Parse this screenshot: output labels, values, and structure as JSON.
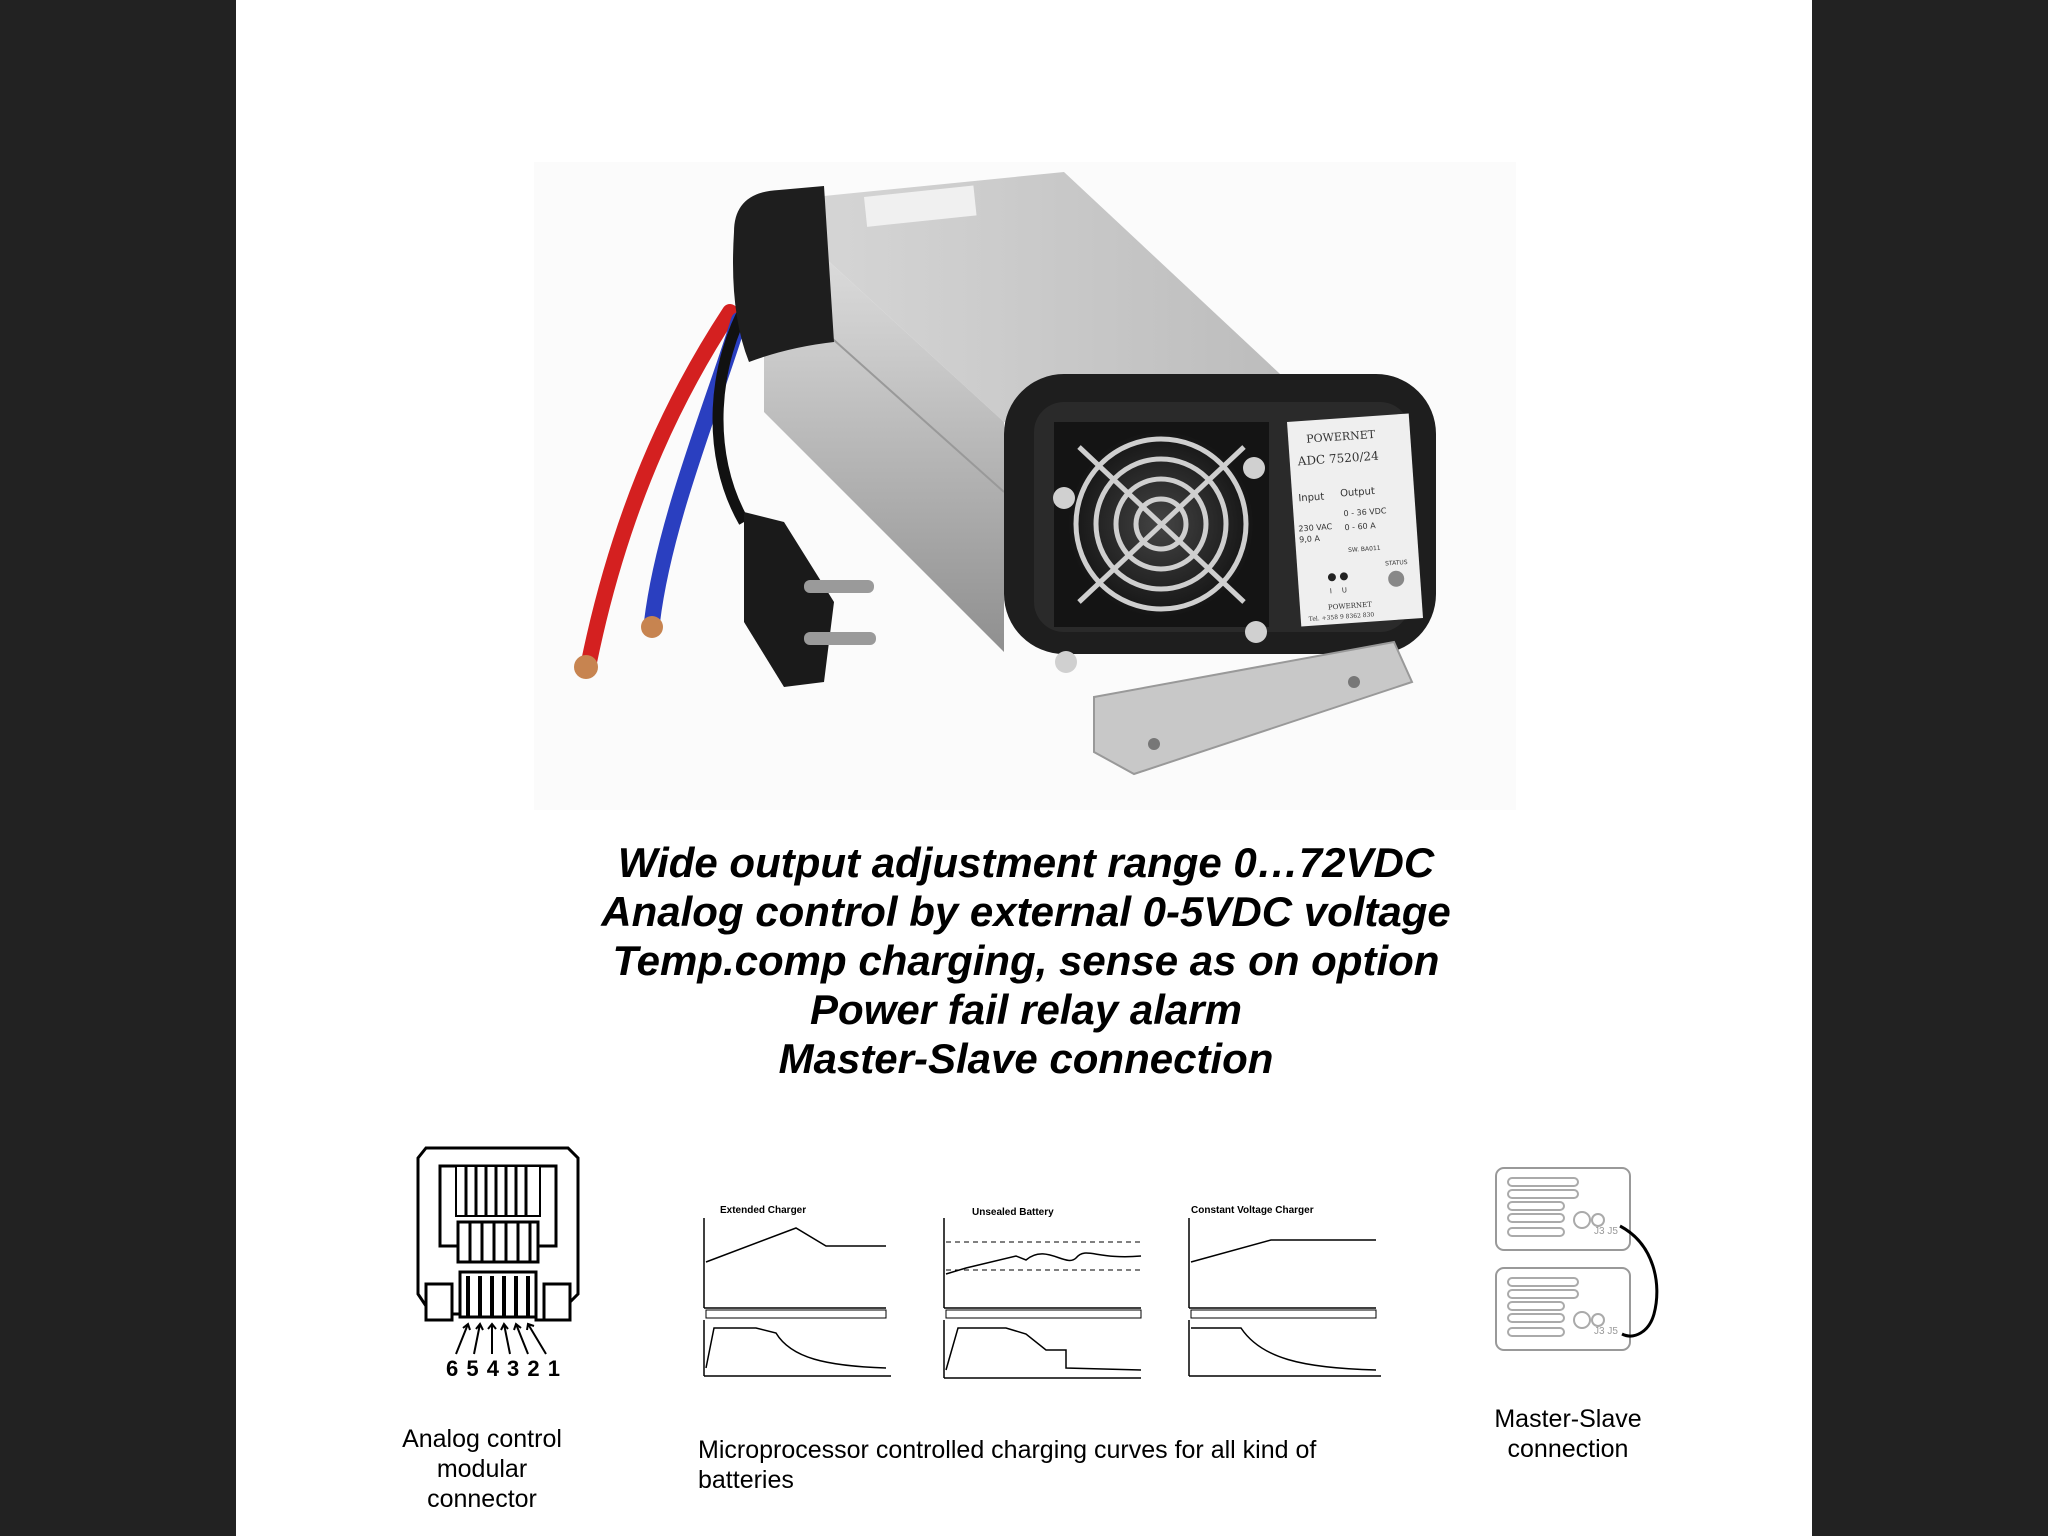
{
  "features": [
    "Wide output adjustment range 0…72VDC",
    "Analog control by external 0-5VDC voltage",
    "Temp.comp charging, sense as on option",
    "Power fail relay alarm",
    "Master-Slave connection"
  ],
  "charger_label": {
    "brand": "POWERNET",
    "model": "ADC 7520/24",
    "input_label": "Input",
    "input_voltage": "230 VAC",
    "input_current": "9,0 A",
    "output_label": "Output",
    "output_voltage": "0 - 36 VDC",
    "output_current": "0 - 60 A",
    "sw": "SW. BA011",
    "status": "STATUS",
    "led_i": "I",
    "led_u": "U",
    "footer_brand": "POWERNET",
    "phone": "Tel. +358 9 8362 830"
  },
  "connector": {
    "pins": "6 5 4 3 2 1",
    "caption": [
      "Analog control",
      "modular",
      "connector"
    ]
  },
  "curves": {
    "titles": [
      "Extended Charger",
      "Unsealed Battery",
      "Constant Voltage Charger"
    ],
    "caption": [
      "Microprocessor controlled charging curves for all kind of",
      "batteries"
    ]
  },
  "master_slave": {
    "jack_labels": [
      "J3 J5",
      "J3 J5"
    ],
    "caption": [
      "Master-Slave",
      "connection"
    ]
  },
  "colors": {
    "title_accent": "#e000e0",
    "housing": "#b8b8b8",
    "rubber": "#1e1e1e",
    "cable_red": "#d42020",
    "cable_blue": "#2a3fc0"
  }
}
